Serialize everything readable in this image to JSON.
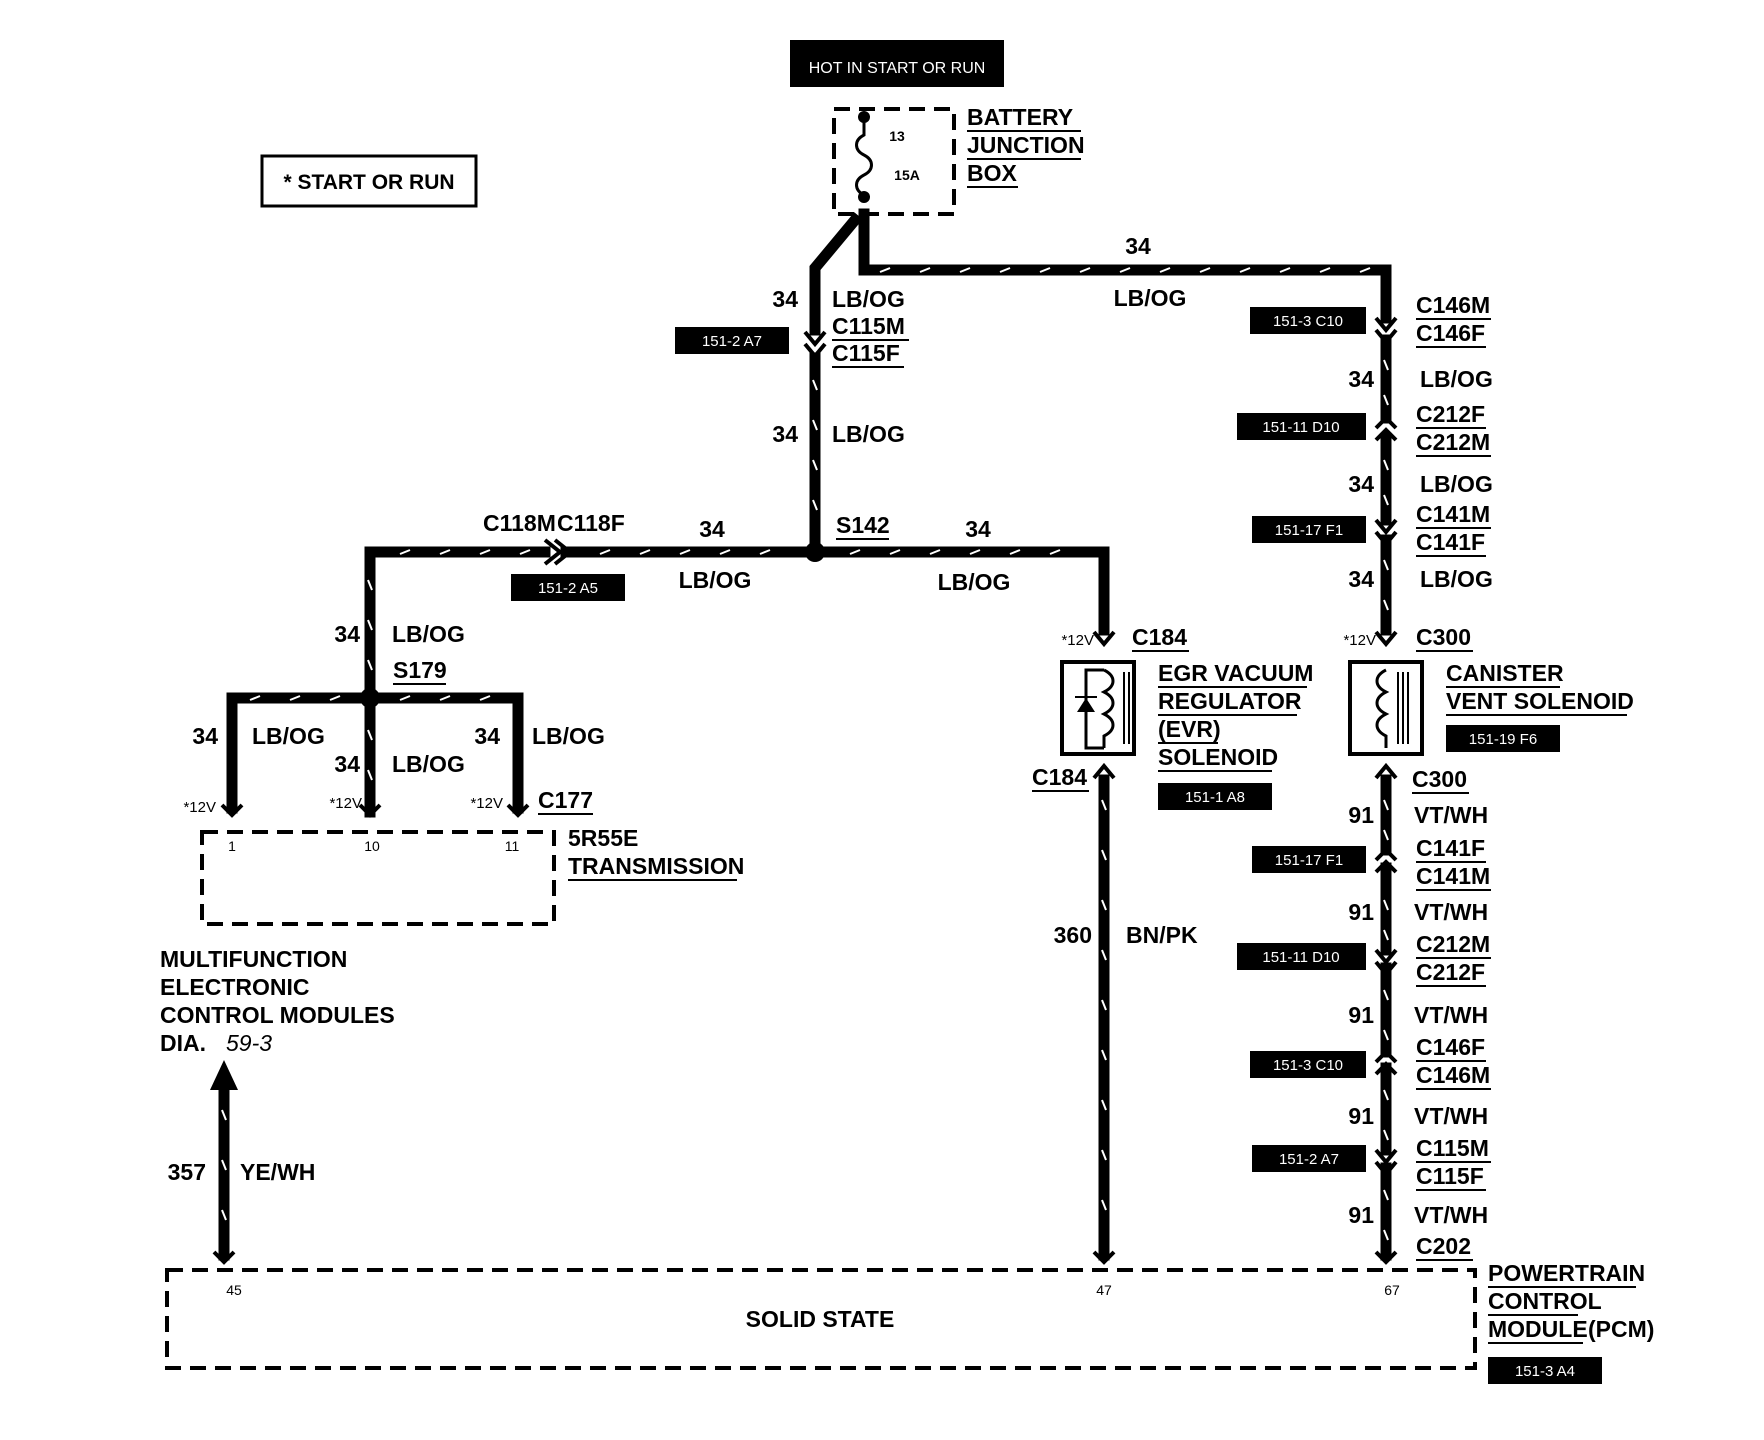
{
  "hot_box": "HOT IN START OR RUN",
  "legend": "* START OR RUN",
  "battery_box": {
    "line1": "BATTERY",
    "line2": "JUNCTION",
    "line3": "BOX",
    "fuse_num": "13",
    "fuse_rating": "15A"
  },
  "wires": {
    "c34": "34",
    "c91": "91",
    "c360": "360",
    "c357": "357",
    "lbog": "LB/OG",
    "vtwh": "VT/WH",
    "bnpk": "BN/PK",
    "yewh": "YE/WH"
  },
  "connectors": {
    "c115m": "C115M",
    "c115f": "C115F",
    "c118m": "C118M",
    "c118f": "C118F",
    "s142": "S142",
    "s179": "S179",
    "c177": "C177",
    "c184": "C184",
    "c146m": "C146M",
    "c146f": "C146F",
    "c212f": "C212F",
    "c212m": "C212M",
    "c141m": "C141M",
    "c141f": "C141F",
    "c300": "C300",
    "c202": "C202"
  },
  "refs": {
    "r151_2_a7": "151-2  A7",
    "r151_2_a5": "151-2  A5",
    "r151_3_c10": "151-3 C10",
    "r151_11_d10": "151-11 D10",
    "r151_17_f1": "151-17 F1",
    "r151_19_f6": "151-19 F6",
    "r151_1_a8": "151-1 A8",
    "r151_3_a4": "151-3  A4"
  },
  "v12": "*12V",
  "transmission": {
    "line1": "5R55E",
    "line2": "TRANSMISSION",
    "pin1": "1",
    "pin10": "10",
    "pin11": "11"
  },
  "egr": {
    "line1": "EGR VACUUM",
    "line2": "REGULATOR",
    "line3": "(EVR)",
    "line4": "SOLENOID"
  },
  "canister": {
    "line1": "CANISTER",
    "line2": "VENT SOLENOID"
  },
  "multifunction": {
    "line1": "MULTIFUNCTION",
    "line2": "ELECTRONIC",
    "line3": "CONTROL MODULES",
    "line4": "DIA.",
    "dia_ref": "59-3"
  },
  "pcm": {
    "line1": "POWERTRAIN",
    "line2": "CONTROL",
    "line3": "MODULE",
    "line3b": "(PCM)",
    "solid_state": "SOLID STATE",
    "pin45": "45",
    "pin47": "47",
    "pin67": "67"
  }
}
